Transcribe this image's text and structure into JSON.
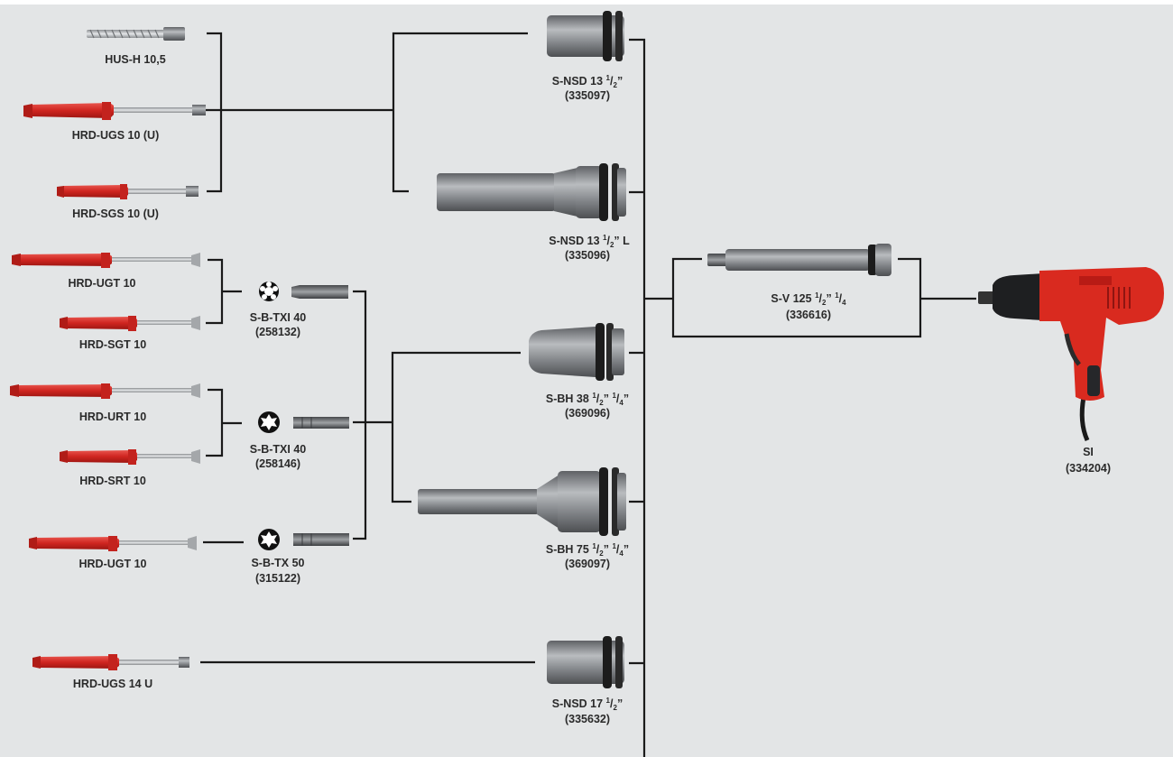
{
  "anchors": [
    {
      "id": "hus_h_10_5",
      "label": "HUS-H 10,5"
    },
    {
      "id": "hrd_ugs_10_u",
      "label": "HRD-UGS 10 (U)"
    },
    {
      "id": "hrd_sgs_10_u",
      "label": "HRD-SGS 10 (U)"
    },
    {
      "id": "hrd_ugt_10_a",
      "label": "HRD-UGT 10"
    },
    {
      "id": "hrd_sgt_10",
      "label": "HRD-SGT 10"
    },
    {
      "id": "hrd_urt_10",
      "label": "HRD-URT 10"
    },
    {
      "id": "hrd_srt_10",
      "label": "HRD-SRT 10"
    },
    {
      "id": "hrd_ugt_10_b",
      "label": "HRD-UGT 10"
    },
    {
      "id": "hrd_ugs_14_u",
      "label": "HRD-UGS 14 U"
    }
  ],
  "bits": [
    {
      "id": "s_b_txi_40_a",
      "name": "S-B-TXI 40",
      "code": "(258132)"
    },
    {
      "id": "s_b_txi_40_b",
      "name": "S-B-TXI 40",
      "code": "(258146)"
    },
    {
      "id": "s_b_tx_50",
      "name": "S-B-TX 50",
      "code": "(315122)"
    }
  ],
  "sockets": [
    {
      "id": "s_nsd_13",
      "name_prefix": "S-NSD 13 ",
      "frac_num": "1",
      "frac_den": "2",
      "suffix": "”",
      "code": "(335097)"
    },
    {
      "id": "s_nsd_13_l",
      "name_prefix": "S-NSD 13 ",
      "frac_num": "1",
      "frac_den": "2",
      "suffix": "” L",
      "code": "(335096)"
    },
    {
      "id": "s_bh_38",
      "name_prefix": "S-BH 38 ",
      "frac_num": "1",
      "frac_den": "2",
      "suffix": "” ",
      "frac2_num": "1",
      "frac2_den": "4",
      "suffix2": "”",
      "code": "(369096)"
    },
    {
      "id": "s_bh_75",
      "name_prefix": "S-BH 75 ",
      "frac_num": "1",
      "frac_den": "2",
      "suffix": "” ",
      "frac2_num": "1",
      "frac2_den": "4",
      "suffix2": "”",
      "code": "(369097)"
    },
    {
      "id": "s_nsd_17",
      "name_prefix": "S-NSD 17 ",
      "frac_num": "1",
      "frac_den": "2",
      "suffix": "”",
      "code": "(335632)"
    }
  ],
  "extension": {
    "name_prefix": "S-V 125 ",
    "frac_num": "1",
    "frac_den": "2",
    "suffix": "” ",
    "frac2_num": "1",
    "frac2_den": "4",
    "code": "(336616)"
  },
  "tool": {
    "name": "SI",
    "code": "(334204)"
  },
  "colors": {
    "background": "#e3e5e6",
    "line": "#1a1a1a",
    "anchor_red": "#cf2520",
    "tool_red": "#d92a1f",
    "metal": "#8e9093"
  }
}
